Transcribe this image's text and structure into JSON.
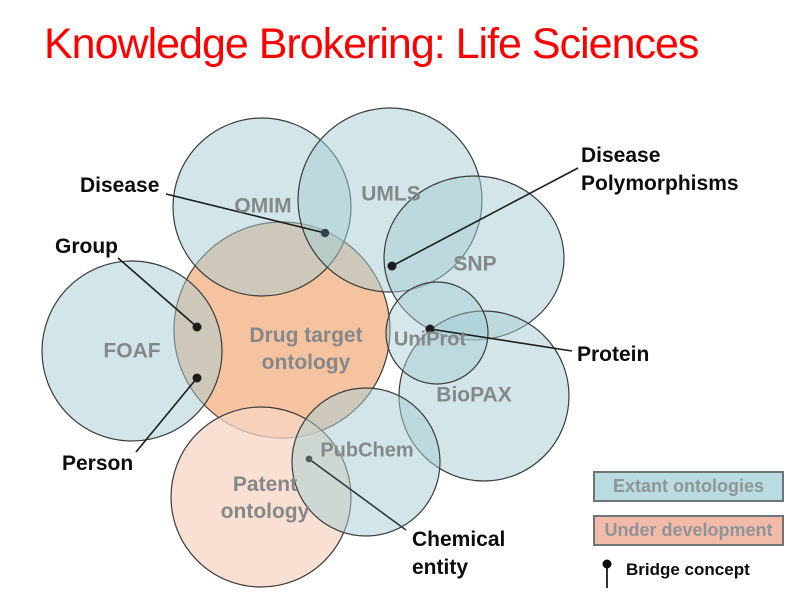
{
  "title": "Knowledge Brokering: Life Sciences",
  "circles": {
    "omim": {
      "label": "OMIM",
      "type": "extant"
    },
    "umls": {
      "label": "UMLS",
      "type": "extant"
    },
    "snp": {
      "label": "SNP",
      "type": "extant"
    },
    "uniprot": {
      "label": "UniProt",
      "type": "extant"
    },
    "biopax": {
      "label": "BioPAX",
      "type": "extant"
    },
    "pubchem": {
      "label": "PubChem",
      "type": "extant"
    },
    "foaf": {
      "label": "FOAF",
      "type": "extant"
    },
    "drug_target": {
      "label": "Drug target ontology",
      "type": "under-development"
    },
    "patent": {
      "label": "Patent ontology",
      "type": "under-development"
    }
  },
  "bridge_concepts": {
    "disease": {
      "label": "Disease"
    },
    "group": {
      "label": "Group"
    },
    "person": {
      "label": "Person"
    },
    "disease_polymorphisms": {
      "label": "Disease Polymorphisms"
    },
    "protein": {
      "label": "Protein"
    },
    "chemical_entity": {
      "label": "Chemical entity"
    }
  },
  "legend": {
    "extant": {
      "label": "Extant ontologies",
      "fill": "#b9dce1"
    },
    "under_development": {
      "label": "Under development",
      "fill": "#f2bba9"
    },
    "bridge": {
      "label": "Bridge concept"
    }
  },
  "colors": {
    "title_red": "#ff0000",
    "extant_circle_fill": "#a5cdd4",
    "drug_target_fill": "#f3b88f",
    "patent_fill": "#f7d6c4",
    "circle_label_gray": "#85888a",
    "bridge_dot_black": "#1c1c1c",
    "chemical_dot_gray": "#4f5e63"
  }
}
